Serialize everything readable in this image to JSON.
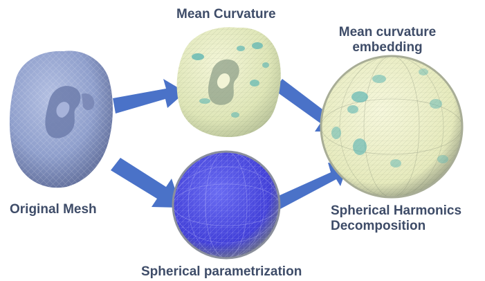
{
  "labels": {
    "original_mesh": "Original Mesh",
    "mean_curvature": "Mean Curvature",
    "mean_curvature_embedding_line1": "Mean curvature",
    "mean_curvature_embedding_line2": "embedding",
    "spherical_parametrization": "Spherical parametrization",
    "spherical_harmonics_line1": "Spherical Harmonics",
    "spherical_harmonics_line2": "Decomposition"
  },
  "colors": {
    "label_text": "#3e4c68",
    "arrow": "#4a72c8",
    "original_mesh": "#8f9fcc",
    "curvature_mesh": "#e6ecc0",
    "curvature_spots": "#5fb6b3",
    "param_sphere": "#4a48e4",
    "embedding_sphere": "#edf0c6"
  }
}
